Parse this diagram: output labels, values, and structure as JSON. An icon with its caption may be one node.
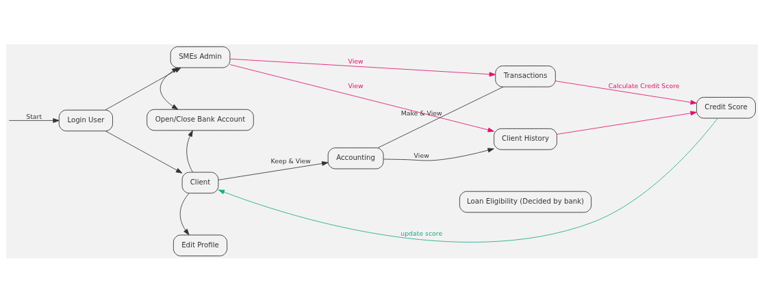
{
  "diagram": {
    "nodes": [
      {
        "text": [
          "Login User"
        ]
      },
      {
        "text": [
          "SMEs Admin"
        ]
      },
      {
        "text": [
          "Open/Close Bank Account"
        ]
      },
      {
        "text": [
          "Client"
        ]
      },
      {
        "text": [
          "Edit Profile"
        ]
      },
      {
        "text": [
          "Accounting"
        ]
      },
      {
        "text": [
          "Transactions"
        ]
      },
      {
        "text": [
          "Client History"
        ]
      },
      {
        "text": [
          "Credit Score"
        ]
      },
      {
        "text": [
          "Loan Eligibility (Decided by bank)"
        ]
      }
    ],
    "edges": [
      {
        "from": null,
        "to": 0,
        "arrow": "to",
        "label": "Start"
      },
      {
        "from": 0,
        "to": 1,
        "arrow": "to"
      },
      {
        "from": 0,
        "to": 3,
        "arrow": "to"
      },
      {
        "from": 1,
        "to": 2,
        "arrow": "both"
      },
      {
        "from": 3,
        "to": 2,
        "arrow": "to"
      },
      {
        "from": 3,
        "to": 4,
        "arrow": "to"
      },
      {
        "from": 3,
        "to": 5,
        "arrow": "to",
        "label": "Keep & View"
      },
      {
        "from": 5,
        "to": 6,
        "arrow": "none",
        "label": "Make & View"
      },
      {
        "from": 5,
        "to": 7,
        "arrow": "to",
        "label": "View"
      },
      {
        "from": 1,
        "to": 6,
        "arrow": "to",
        "label": "View",
        "color": "#e0106e"
      },
      {
        "from": 1,
        "to": 7,
        "arrow": "to",
        "label": "View",
        "color": "#e0106e"
      },
      {
        "from": 6,
        "to": 8,
        "arrow": "to",
        "label": "Calculate Credit Score",
        "color": "#e0106e"
      },
      {
        "from": 7,
        "to": 8,
        "arrow": "to",
        "color": "#e0106e"
      },
      {
        "from": 8,
        "to": 3,
        "arrow": "to",
        "label": "update score",
        "color": "#1aaa8a"
      }
    ]
  }
}
